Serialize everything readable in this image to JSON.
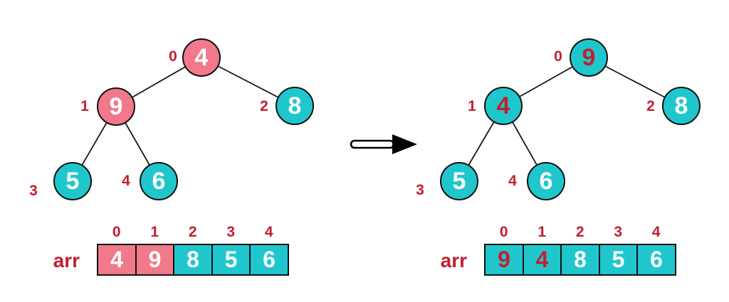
{
  "colors": {
    "pink": "#F1798B",
    "teal": "#1FC7CD",
    "dark_red": "#C0202F",
    "white_text": "#FFFFFF",
    "node_border": "#111111",
    "edge": "#1A1A1A"
  },
  "arrow": {
    "direction": "right"
  },
  "left": {
    "nodes": [
      {
        "index": "0",
        "value": "4",
        "fill": "#F1798B",
        "text_color": "#FFFFFF"
      },
      {
        "index": "1",
        "value": "9",
        "fill": "#F1798B",
        "text_color": "#FFFFFF"
      },
      {
        "index": "2",
        "value": "8",
        "fill": "#1FC7CD",
        "text_color": "#FFFFFF"
      },
      {
        "index": "3",
        "value": "5",
        "fill": "#1FC7CD",
        "text_color": "#FFFFFF"
      },
      {
        "index": "4",
        "value": "6",
        "fill": "#1FC7CD",
        "text_color": "#FFFFFF"
      }
    ],
    "array": {
      "label": "arr",
      "cells": [
        {
          "index": "0",
          "value": "4",
          "fill": "#F1798B",
          "text_color": "#FFFFFF"
        },
        {
          "index": "1",
          "value": "9",
          "fill": "#F1798B",
          "text_color": "#FFFFFF"
        },
        {
          "index": "2",
          "value": "8",
          "fill": "#1FC7CD",
          "text_color": "#FFFFFF"
        },
        {
          "index": "3",
          "value": "5",
          "fill": "#1FC7CD",
          "text_color": "#FFFFFF"
        },
        {
          "index": "4",
          "value": "6",
          "fill": "#1FC7CD",
          "text_color": "#FFFFFF"
        }
      ]
    }
  },
  "right": {
    "nodes": [
      {
        "index": "0",
        "value": "9",
        "fill": "#1FC7CD",
        "text_color": "#C0202F"
      },
      {
        "index": "1",
        "value": "4",
        "fill": "#1FC7CD",
        "text_color": "#C0202F"
      },
      {
        "index": "2",
        "value": "8",
        "fill": "#1FC7CD",
        "text_color": "#FFFFFF"
      },
      {
        "index": "3",
        "value": "5",
        "fill": "#1FC7CD",
        "text_color": "#FFFFFF"
      },
      {
        "index": "4",
        "value": "6",
        "fill": "#1FC7CD",
        "text_color": "#FFFFFF"
      }
    ],
    "array": {
      "label": "arr",
      "cells": [
        {
          "index": "0",
          "value": "9",
          "fill": "#1FC7CD",
          "text_color": "#C0202F"
        },
        {
          "index": "1",
          "value": "4",
          "fill": "#1FC7CD",
          "text_color": "#C0202F"
        },
        {
          "index": "2",
          "value": "8",
          "fill": "#1FC7CD",
          "text_color": "#FFFFFF"
        },
        {
          "index": "3",
          "value": "5",
          "fill": "#1FC7CD",
          "text_color": "#FFFFFF"
        },
        {
          "index": "4",
          "value": "6",
          "fill": "#1FC7CD",
          "text_color": "#FFFFFF"
        }
      ]
    }
  }
}
